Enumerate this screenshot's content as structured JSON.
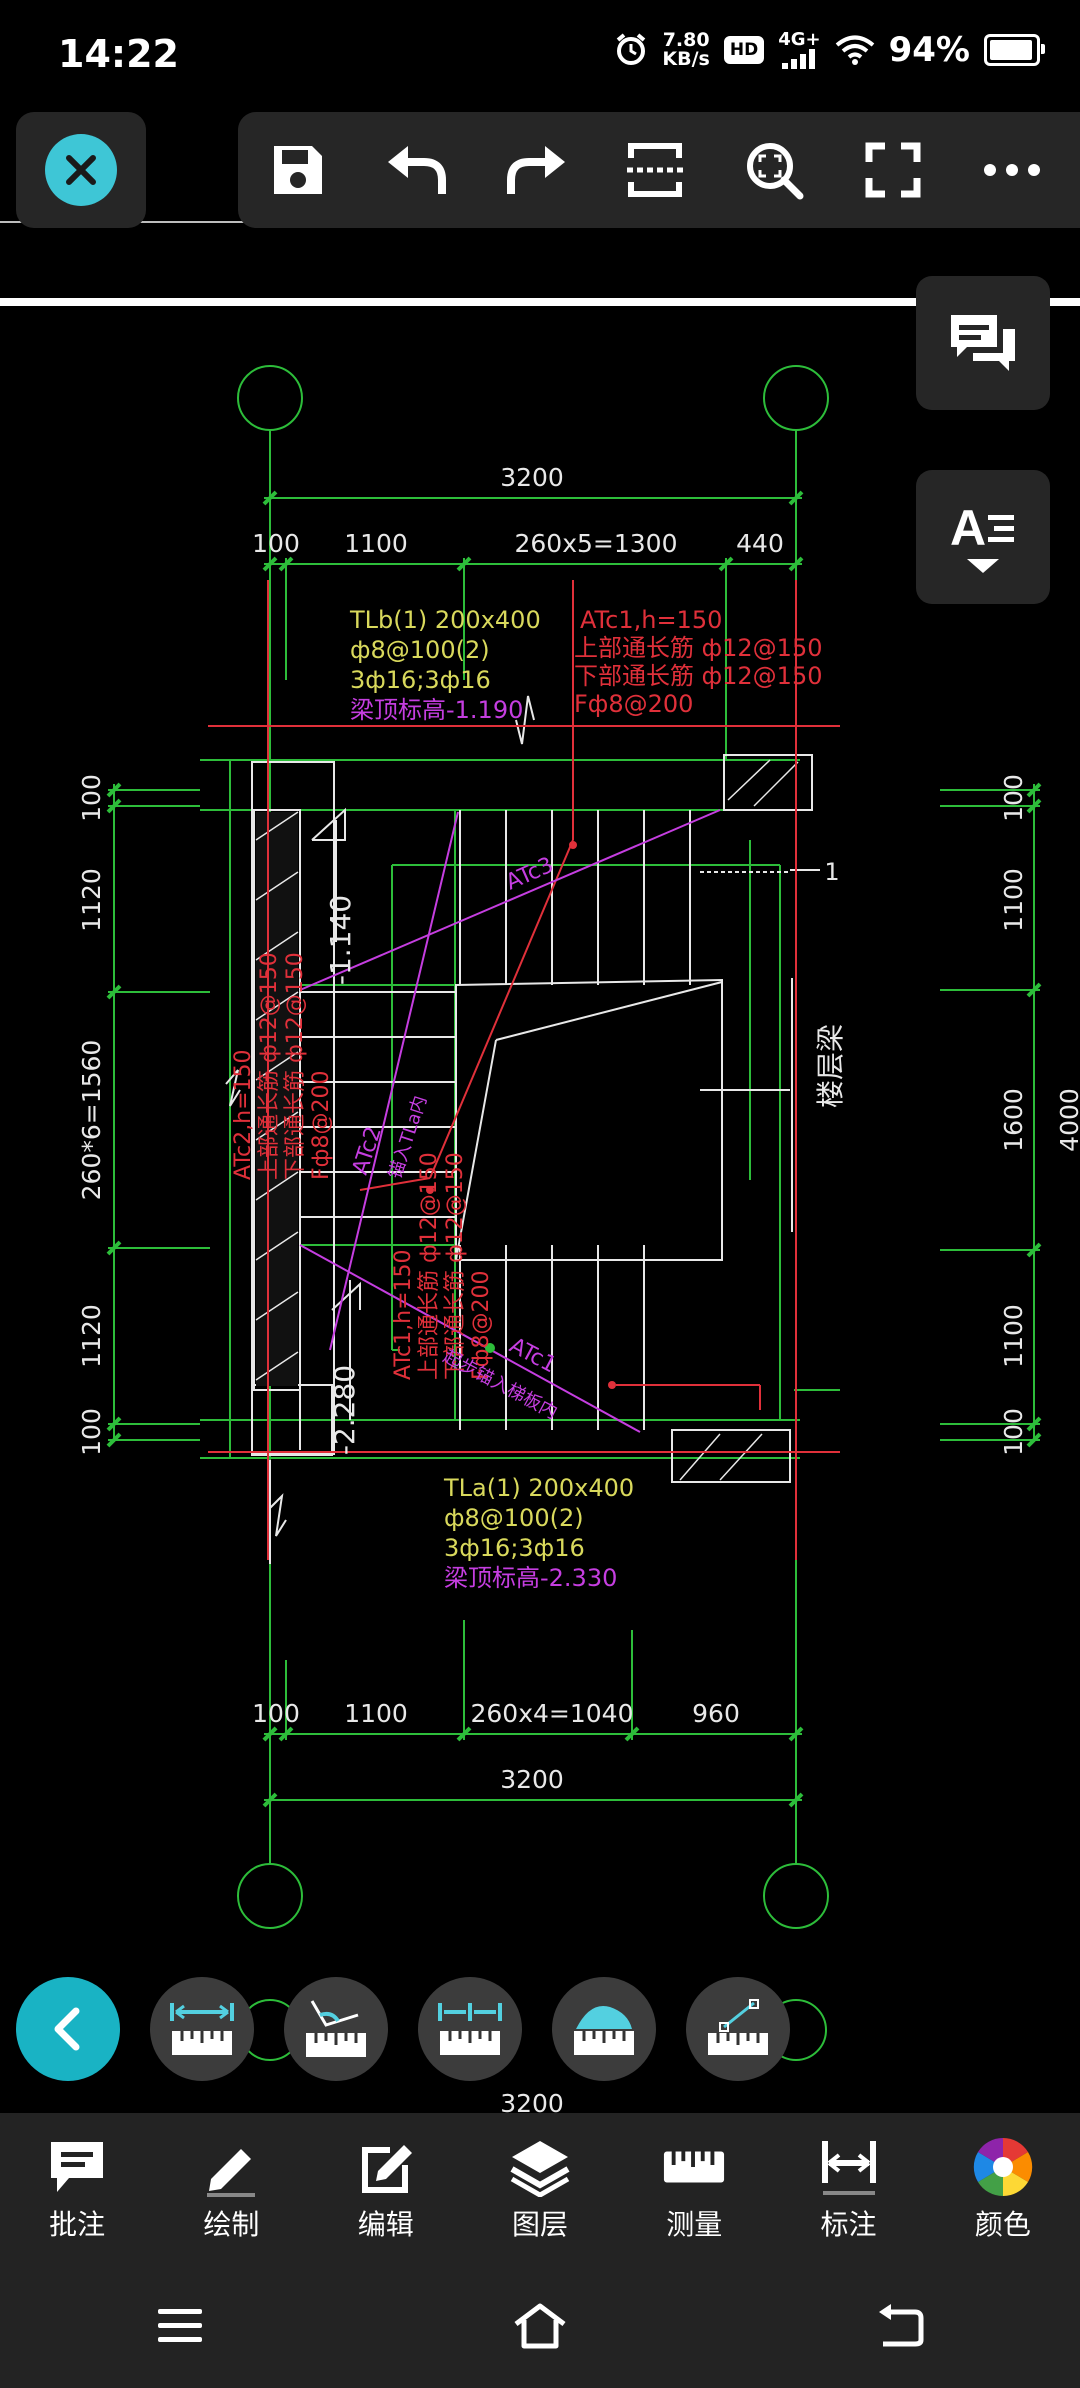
{
  "status_bar": {
    "time": "14:22",
    "net_speed_value": "7.80",
    "net_speed_unit": "KB/s",
    "hd_badge": "HD",
    "network_type": "4G+",
    "battery": "94%"
  },
  "drawing": {
    "dims_top": {
      "total": "3200",
      "seg1": "100",
      "seg2": "1100",
      "seg3": "260x5=1300",
      "seg4": "440"
    },
    "dims_bottom": {
      "total": "3200",
      "seg1": "100",
      "seg2": "1100",
      "seg3": "260x4=1040",
      "seg4": "960",
      "partial": "3200"
    },
    "dims_left": {
      "a": "100",
      "b": "1120",
      "c": "260*6=1560",
      "d": "1120",
      "e": "100"
    },
    "dims_right": {
      "a": "100",
      "b": "1100",
      "c": "1600",
      "d": "1100",
      "e": "100",
      "total": "4000"
    },
    "tlb_block": {
      "line1": "TLb(1) 200x400",
      "line2": "ф8@100(2)",
      "line3": "3ф16;3ф16",
      "line4": "梁顶标高-1.190"
    },
    "atc1_top": {
      "line1": "ATc1,h=150",
      "line2": "上部通长筋 ф12@150",
      "line3": "下部通长筋 ф12@150",
      "line4": "Fф8@200"
    },
    "atc2": {
      "line1": "ATc2,h=150",
      "line2": "上部通长筋 ф12@150",
      "line3": "下部通长筋 ф12@150",
      "line4": "Fф8@200"
    },
    "atc1_right": {
      "line1": "ATc1,h=150",
      "line2": "上部通长筋 ф12@150",
      "line3": "下部通长筋 ф12@150",
      "line4": "Fф8@200"
    },
    "tla_block": {
      "line1": "TLa(1) 200x400",
      "line2": "ф8@100(2)",
      "line3": "3ф16;3ф16",
      "line4": "梁顶标高-2.330"
    },
    "elev_upper": "-1.140",
    "elev_lower": "-2.280",
    "floor_beam": "楼层梁",
    "atc3_label": "ATc3",
    "atc2_label": "ATc2",
    "atc2_note": "锚入TLa内",
    "atc1_label": "ATc1",
    "atc1_note": "起步锚入梯板内",
    "section_mark": "1"
  },
  "tabs": [
    {
      "label": "批注",
      "icon": "comment-icon"
    },
    {
      "label": "绘制",
      "icon": "pencil-icon"
    },
    {
      "label": "编辑",
      "icon": "edit-icon"
    },
    {
      "label": "图层",
      "icon": "layers-icon"
    },
    {
      "label": "测量",
      "icon": "ruler-icon"
    },
    {
      "label": "标注",
      "icon": "dimension-icon"
    },
    {
      "label": "颜色",
      "icon": "color-wheel-icon"
    }
  ],
  "text_tool": {
    "label": "A"
  },
  "colors": {
    "accent": "#3ec6d6",
    "panel": "#262626",
    "cad_green": "#2dbd3a",
    "cad_white": "#e8e8e8",
    "cad_yellow": "#d9d95c",
    "cad_red": "#e0303a",
    "cad_magenta": "#c53ee0"
  }
}
